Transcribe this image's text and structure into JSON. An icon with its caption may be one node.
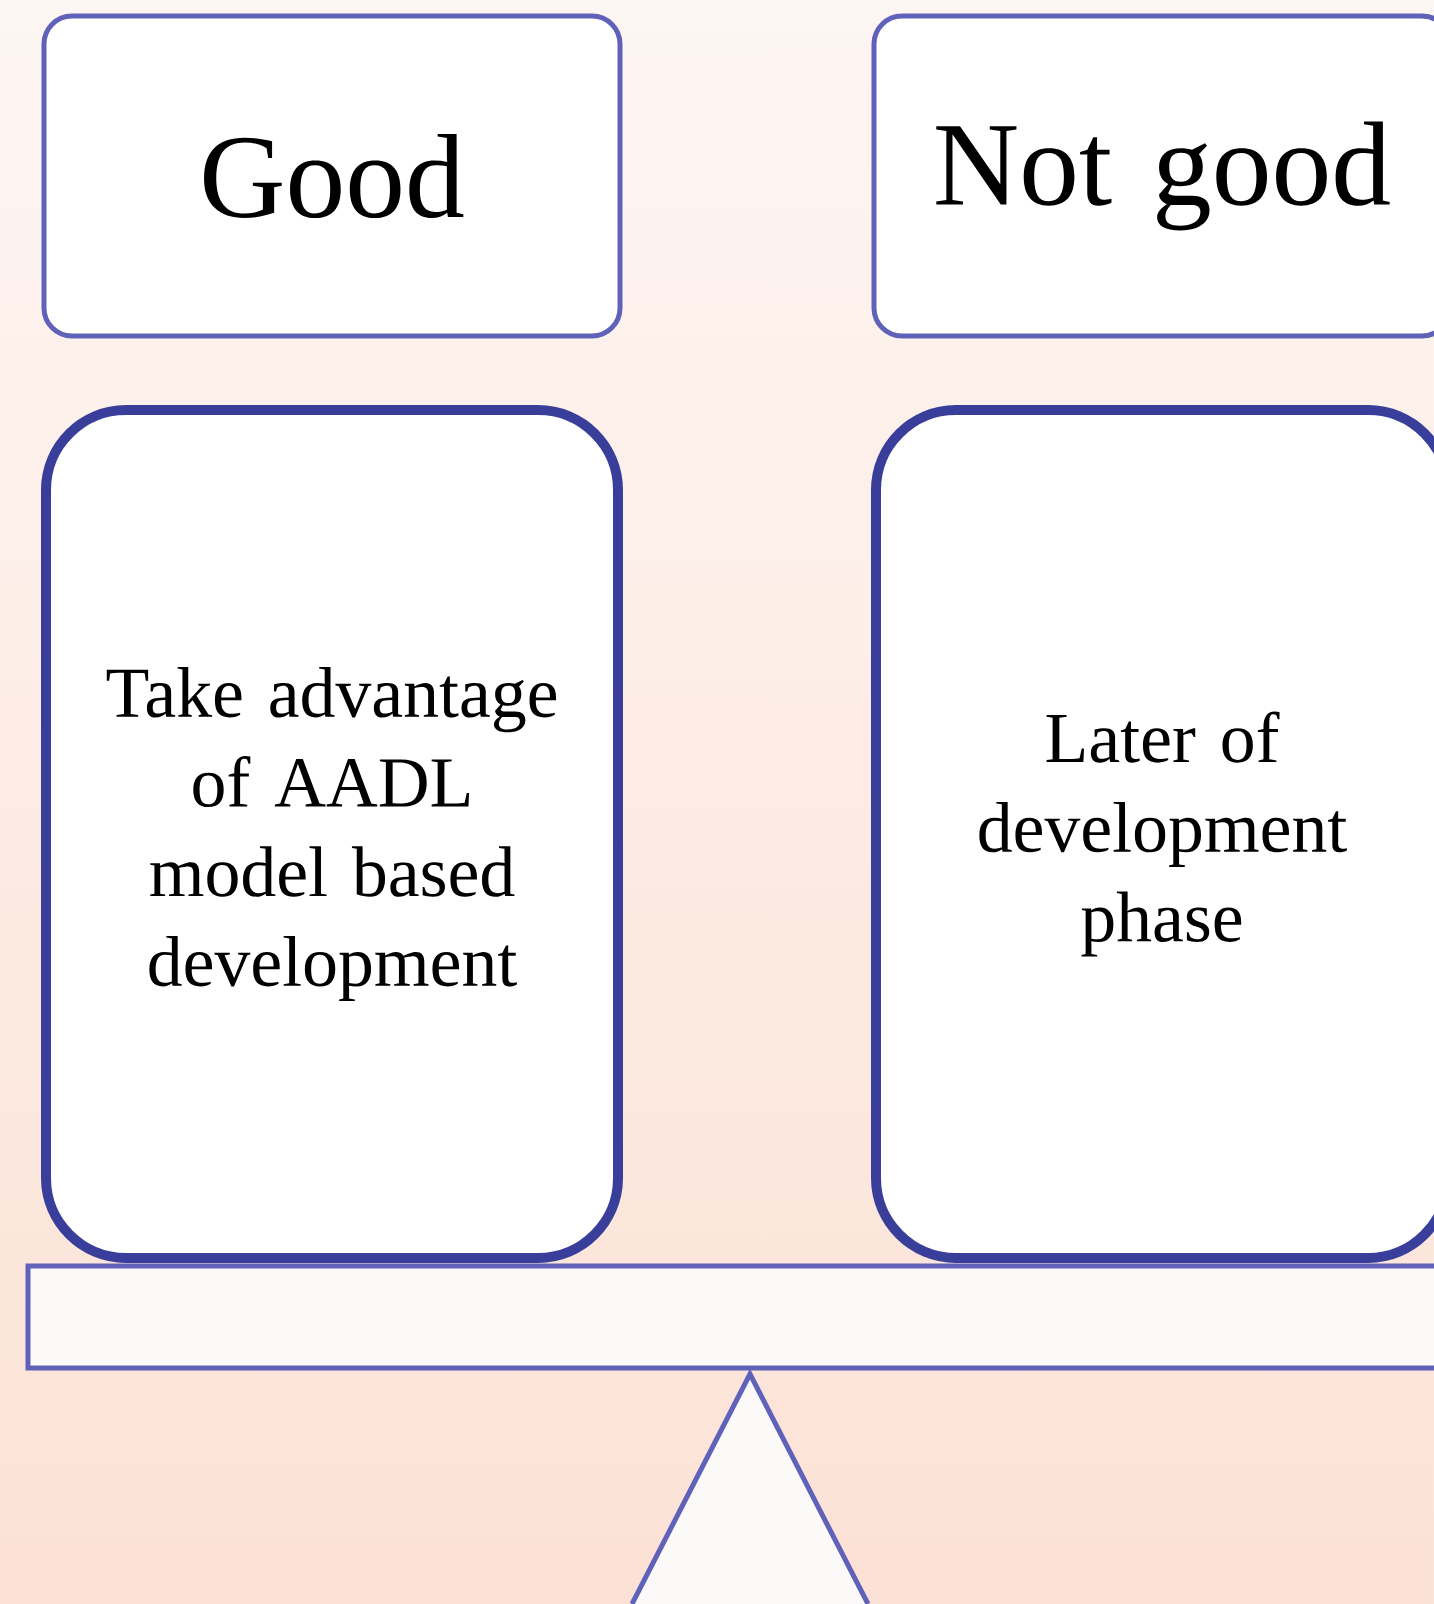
{
  "diagram": {
    "nodes": [
      {
        "text": [
          "Good"
        ]
      },
      {
        "text": [
          "Not good"
        ]
      },
      {
        "text": [
          "Take advantage of AADL model based development"
        ]
      },
      {
        "text": [
          "Later of development phase"
        ]
      }
    ]
  }
}
